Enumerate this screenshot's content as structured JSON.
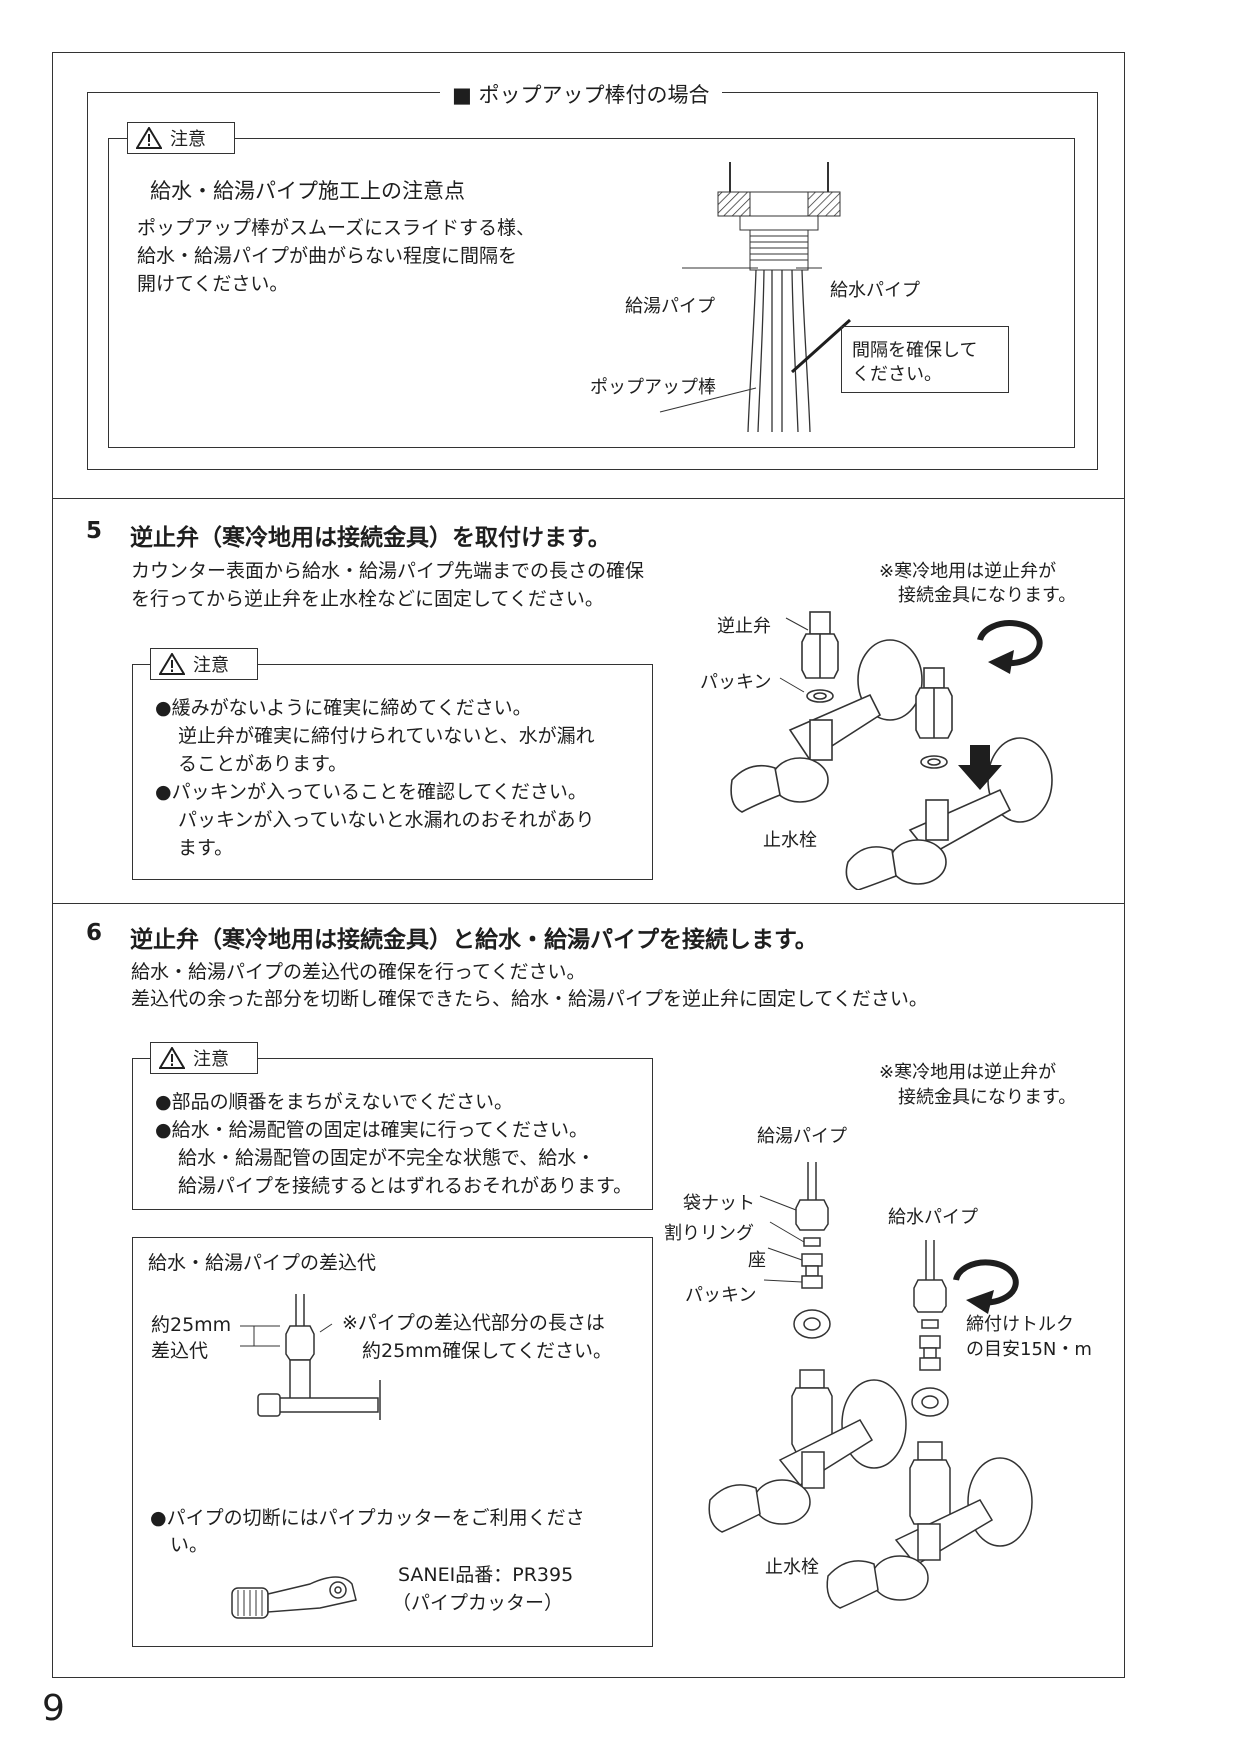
{
  "popup": {
    "title": "■ ポップアップ棒付の場合",
    "caution_label": "注意",
    "heading": "給水・給湯パイプ施工上の注意点",
    "body": [
      "ポップアップ棒がスムーズにスライドする様、",
      "給水・給湯パイプが曲がらない程度に間隔を",
      "開けてください。"
    ],
    "lbl_hot": "給湯パイプ",
    "lbl_cold": "給水パイプ",
    "lbl_rod": "ポップアップ棒",
    "note": [
      "間隔を確保して",
      "ください。"
    ]
  },
  "step5": {
    "number": "5",
    "title": "逆止弁（寒冷地用は接続金具）を取付けます。",
    "body": [
      "カウンター表面から給水・給湯パイプ先端までの長さの確保",
      "を行ってから逆止弁を止水栓などに固定してください。"
    ],
    "note": [
      "※寒冷地用は逆止弁が",
      "接続金具になります。"
    ],
    "caution_label": "注意",
    "caution_lines": [
      "●緩みがないように確実に締めてください。",
      "逆止弁が確実に締付けられていないと、水が漏れ",
      "ることがあります。",
      "●パッキンが入っていることを確認してください。",
      "パッキンが入っていないと水漏れのおそれがあり",
      "ます。"
    ],
    "lbl_check_valve": "逆止弁",
    "lbl_packing": "パッキン",
    "lbl_stop_valve": "止水栓"
  },
  "step6": {
    "number": "6",
    "title": "逆止弁（寒冷地用は接続金具）と給水・給湯パイプを接続します。",
    "body": [
      "給水・給湯パイプの差込代の確保を行ってください。",
      "差込代の余った部分を切断し確保できたら、給水・給湯パイプを逆止弁に固定してください。"
    ],
    "caution_label": "注意",
    "caution_lines": [
      "●部品の順番をまちがえないでください。",
      "●給水・給湯配管の固定は確実に行ってください。",
      "給水・給湯配管の固定が不完全な状態で、給水・",
      "給湯パイプを接続するとはずれるおそれがあります。"
    ],
    "insert": {
      "title": "給水・給湯パイプの差込代",
      "dim_1": "約25mm",
      "dim_2": "差込代",
      "note_1": "※パイプの差込代部分の長さは",
      "note_2": "約25mm確保してください。",
      "cutter_1": "●パイプの切断にはパイプカッターをご利用くださ",
      "cutter_2": "い。",
      "product_1": "SANEI品番：PR395",
      "product_2": "（パイプカッター）"
    },
    "note": [
      "※寒冷地用は逆止弁が",
      "接続金具になります。"
    ],
    "lbl_hot": "給湯パイプ",
    "lbl_nut": "袋ナット",
    "lbl_ring": "割りリング",
    "lbl_seat": "座",
    "lbl_packing": "パッキン",
    "lbl_cold": "給水パイプ",
    "lbl_torque_1": "締付けトルク",
    "lbl_torque_2": "の目安15N・m",
    "lbl_stop_valve": "止水栓"
  },
  "page_number": "9",
  "colors": {
    "ink": "#1e1e1e",
    "line": "#333333"
  }
}
